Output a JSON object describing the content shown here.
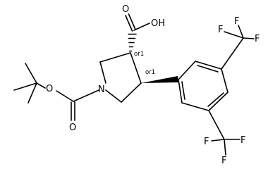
{
  "molecule": {
    "atom_labels": {
      "carboxyl_oxygen_double": "O",
      "carboxyl_hydroxyl": "OH",
      "ring_nitrogen": "N",
      "boc_ether_oxygen": "O",
      "boc_carbonyl_oxygen": "O",
      "cf3_top_f1": "F",
      "cf3_top_f2": "F",
      "cf3_top_f3": "F",
      "cf3_bottom_f1": "F",
      "cf3_bottom_f2": "F",
      "cf3_bottom_f3": "F"
    },
    "stereo_labels": {
      "c3": "or1",
      "c4": "or1"
    }
  }
}
